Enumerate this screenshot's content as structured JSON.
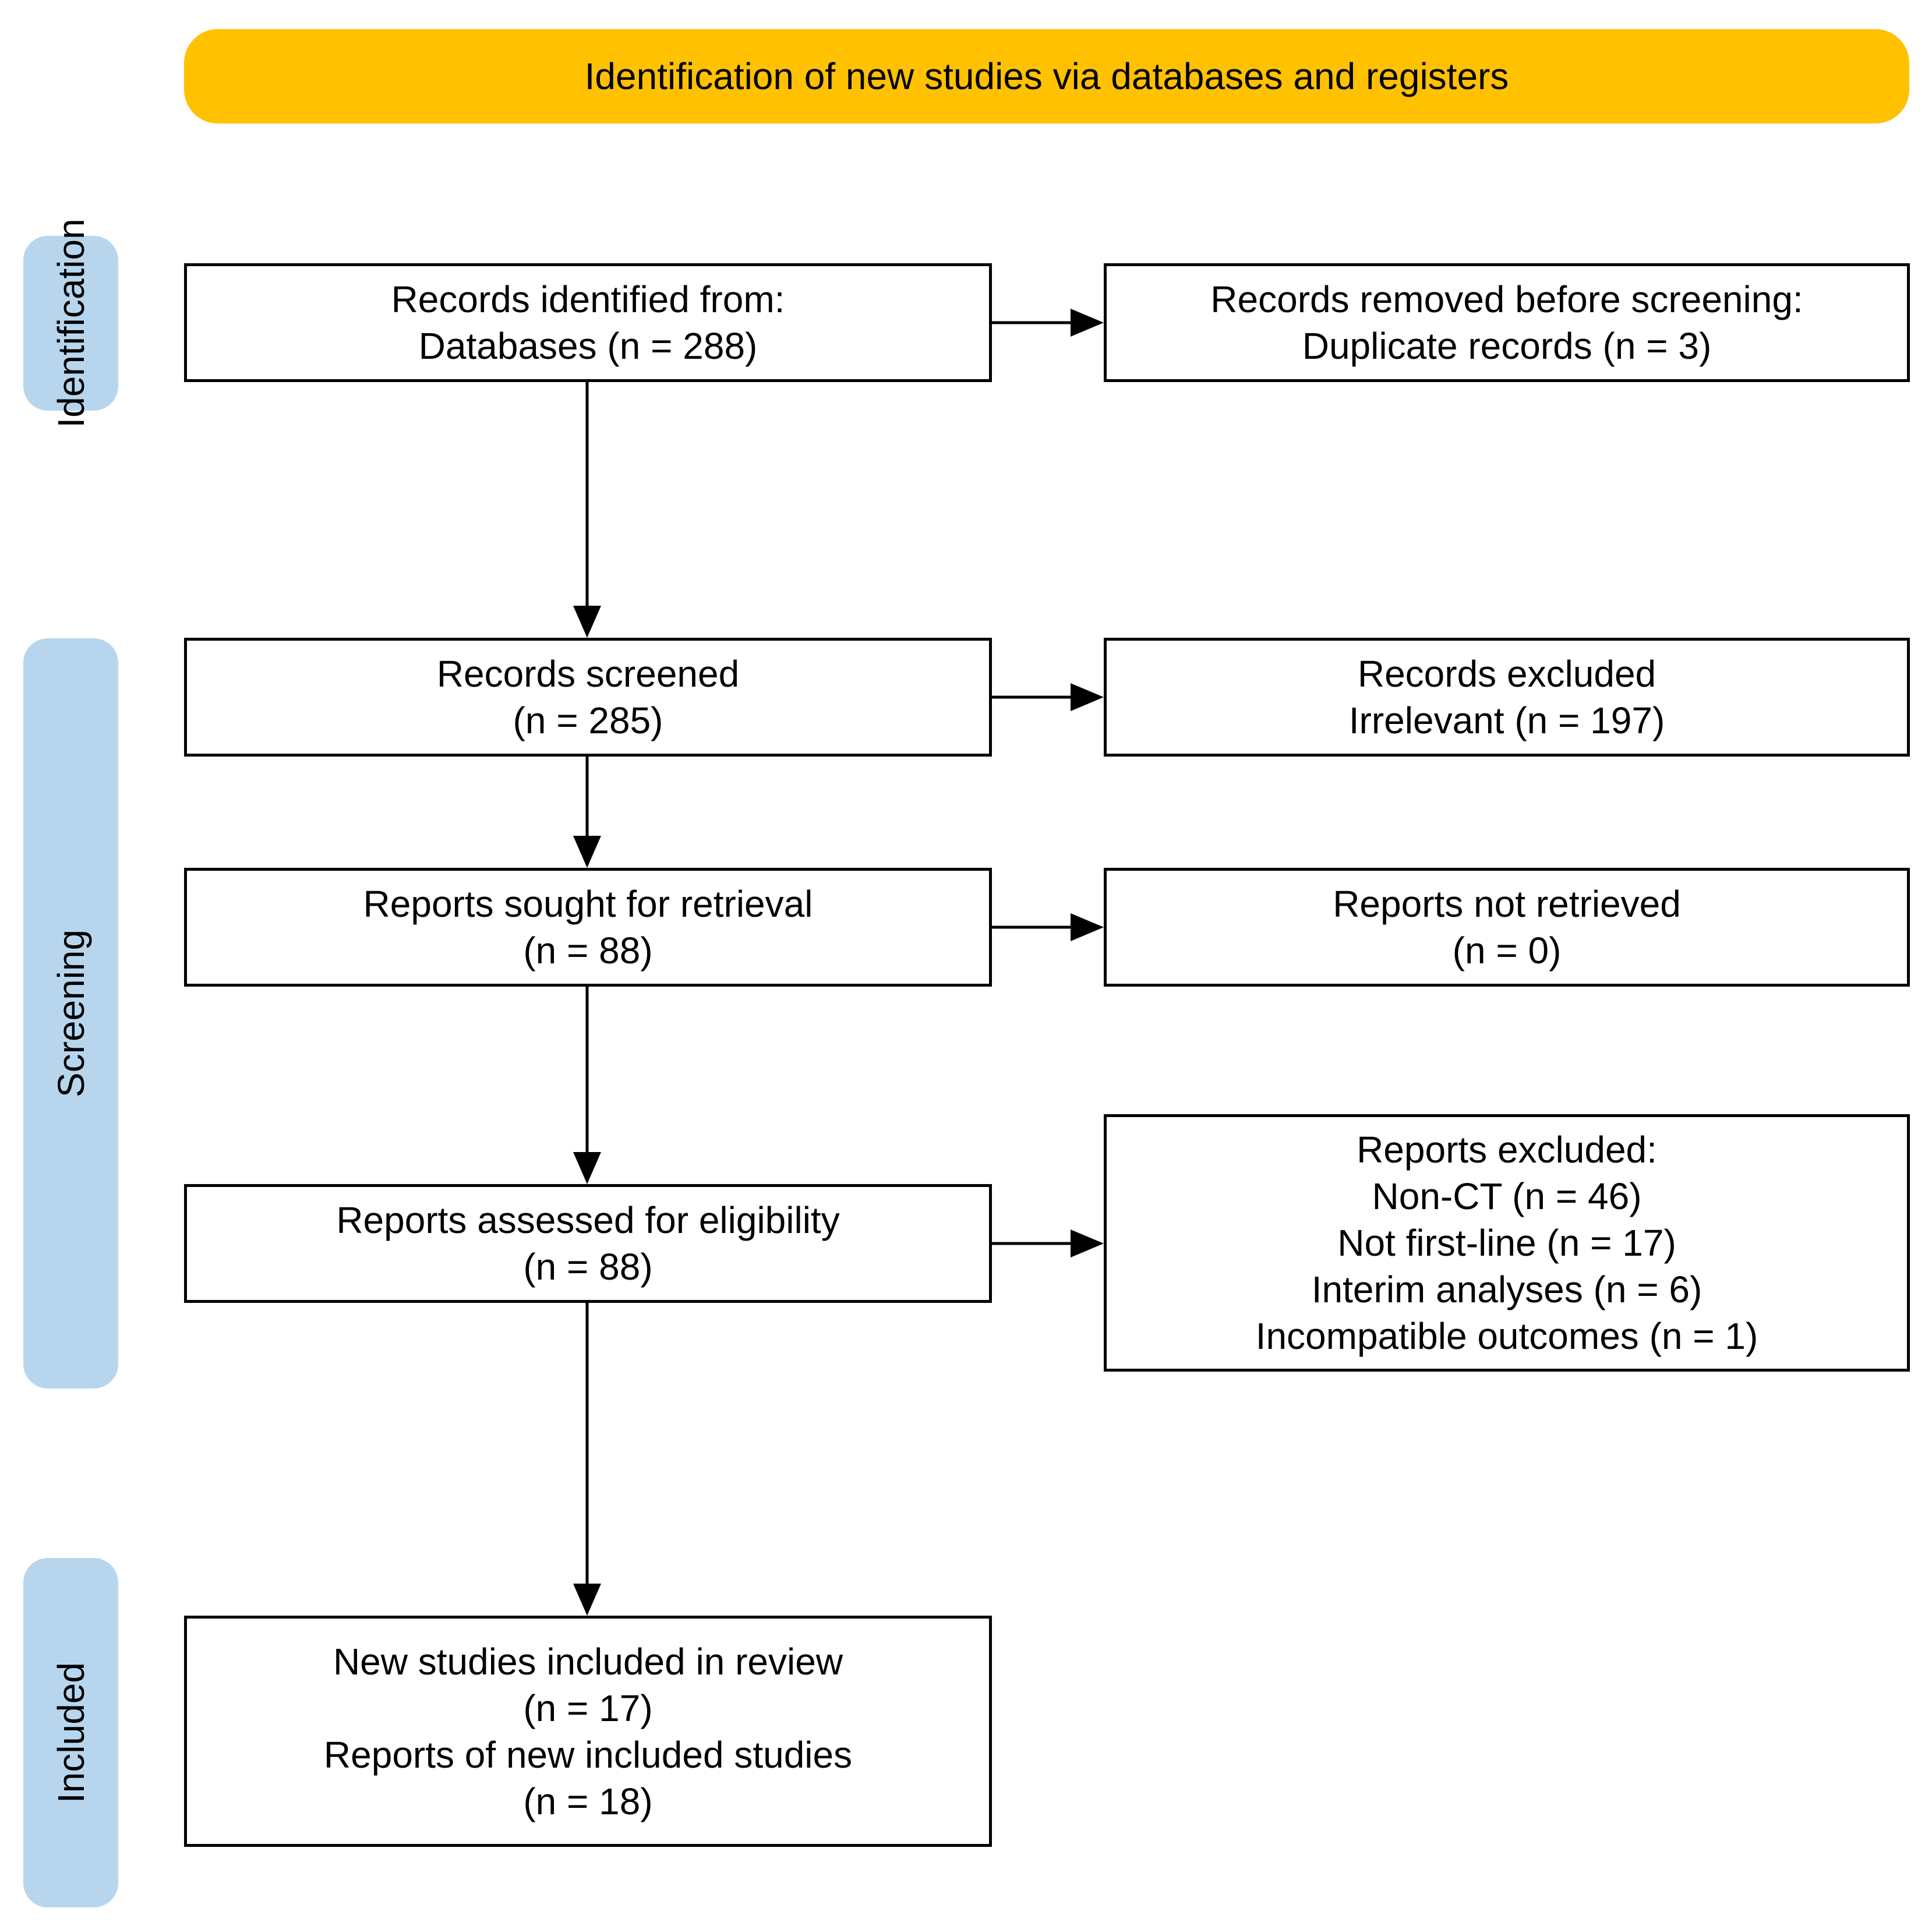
{
  "header": {
    "title": "Identification of new studies via databases and registers",
    "color": "#FFC100"
  },
  "phases": {
    "identification": "Identification",
    "screening": "Screening",
    "included": "Included",
    "color": "#B7D6EE"
  },
  "boxes": {
    "records_identified": [
      "Records identified from:",
      "Databases (n = 288)"
    ],
    "records_removed": [
      "Records removed before screening:",
      "Duplicate records (n = 3)"
    ],
    "records_screened": [
      "Records screened",
      "(n = 285)"
    ],
    "records_excluded": [
      "Records excluded",
      "Irrelevant (n = 197)"
    ],
    "reports_sought": [
      "Reports sought for retrieval",
      "(n = 88)"
    ],
    "reports_not_retrieved": [
      "Reports not retrieved",
      "(n = 0)"
    ],
    "reports_assessed": [
      "Reports assessed for eligibility",
      "(n = 88)"
    ],
    "reports_excluded": [
      "Reports excluded:",
      "Non-CT (n = 46)",
      "Not first-line (n = 17)",
      "Interim analyses (n = 6)",
      "Incompatible outcomes (n = 1)"
    ],
    "studies_included": [
      "New studies included in review",
      "(n = 17)",
      "Reports of new included studies",
      "(n = 18)"
    ]
  }
}
